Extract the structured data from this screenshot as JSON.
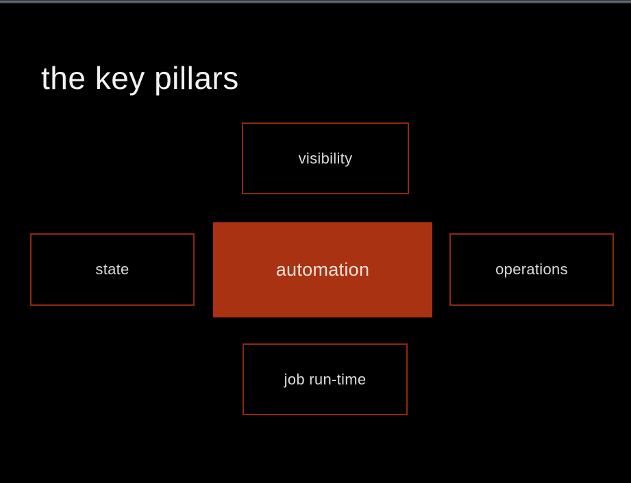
{
  "slide": {
    "title": "the key pillars",
    "colors": {
      "background": "#000000",
      "box_border": "#8e2a10",
      "highlight_fill": "#a93212",
      "box_text": "#dcdcda",
      "highlight_text": "#f2e2dc",
      "title_text": "#f2f2f2",
      "top_edge_grey": "#5c616b"
    },
    "pillars": {
      "top": {
        "label": "visibility"
      },
      "left": {
        "label": "state"
      },
      "center": {
        "label": "automation"
      },
      "right": {
        "label": "operations"
      },
      "bottom": {
        "label": "job run-time"
      }
    }
  }
}
